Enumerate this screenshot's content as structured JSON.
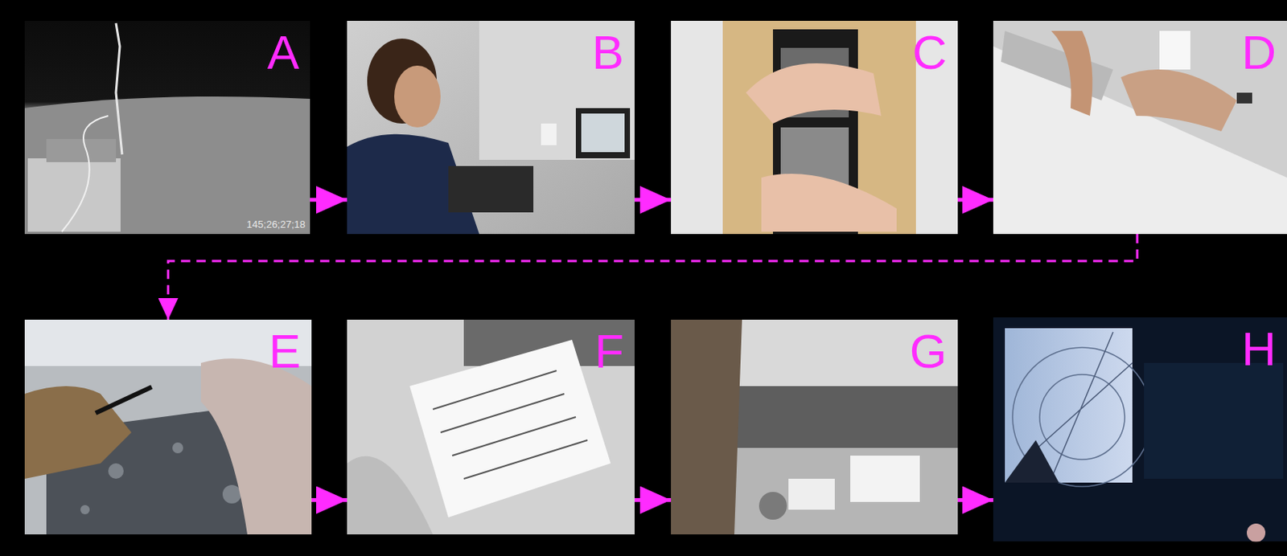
{
  "diagram": {
    "nodes": [
      {
        "text": [
          "A",
          "145;26;27;18"
        ]
      },
      {
        "text": [
          "B"
        ]
      },
      {
        "text": [
          "C"
        ]
      },
      {
        "text": [
          "D"
        ]
      },
      {
        "text": [
          "E"
        ]
      },
      {
        "text": [
          "F"
        ]
      },
      {
        "text": [
          "G"
        ]
      },
      {
        "text": [
          "H"
        ]
      }
    ],
    "edges": [
      {
        "from": 0,
        "to": 1,
        "arrow": "to"
      },
      {
        "from": 1,
        "to": 2,
        "arrow": "to"
      },
      {
        "from": 2,
        "to": 3,
        "arrow": "to"
      },
      {
        "from": 3,
        "to": 4,
        "arrow": "to"
      },
      {
        "from": 4,
        "to": 5,
        "arrow": "to"
      },
      {
        "from": 5,
        "to": 6,
        "arrow": "to"
      },
      {
        "from": 6,
        "to": 7,
        "arrow": "to"
      }
    ]
  }
}
